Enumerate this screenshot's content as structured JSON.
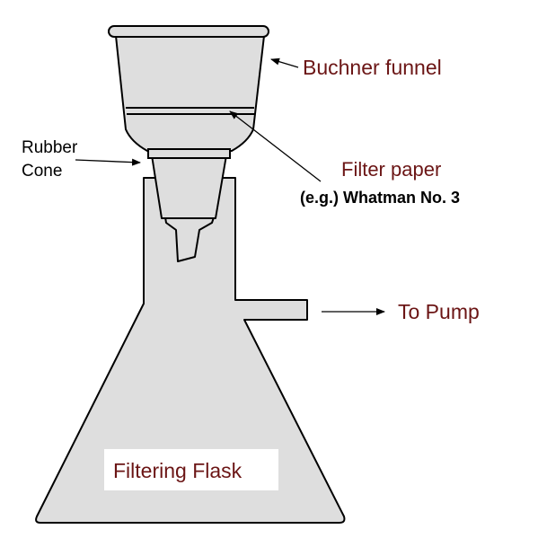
{
  "labels": {
    "buchner_funnel": "Buchner funnel",
    "rubber_cone_line1": "Rubber",
    "rubber_cone_line2": "Cone",
    "filter_paper": "Filter paper",
    "filter_paper_example": "(e.g.) Whatman No. 3",
    "to_pump": "To Pump",
    "filtering_flask": "Filtering Flask"
  },
  "colors": {
    "apparatus_fill": "#dedede",
    "outline": "#000000",
    "label_dark_red": "#6b1515",
    "label_black": "#000000",
    "background": "#ffffff"
  }
}
